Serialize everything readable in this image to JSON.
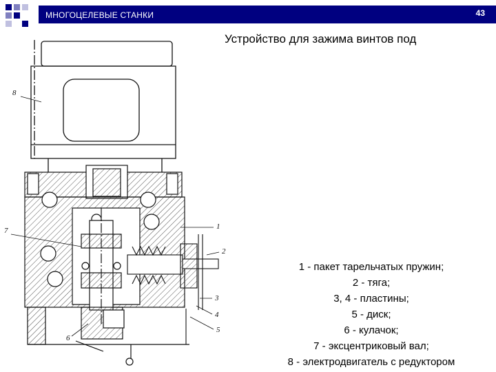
{
  "header": {
    "title": "МНОГОЦЕЛЕВЫЕ СТАНКИ",
    "page_number": "43",
    "accent_color": "#000080",
    "logo_colors": [
      "#000080",
      "#8080c0",
      "#c0c0e0"
    ]
  },
  "slide": {
    "title": "Устройство для зажима винтов под"
  },
  "drawing": {
    "callouts": [
      "8",
      "7",
      "1",
      "2",
      "3",
      "4",
      "5",
      "6"
    ]
  },
  "legend": {
    "items": [
      "1 - пакет тарельчатых пружин;",
      "2 - тяга;",
      "3, 4 - пластины;",
      "5 - диск;",
      "6 - кулачок;",
      "7 - эксцентриковый вал;",
      "8 - электродвигатель с редуктором"
    ]
  }
}
